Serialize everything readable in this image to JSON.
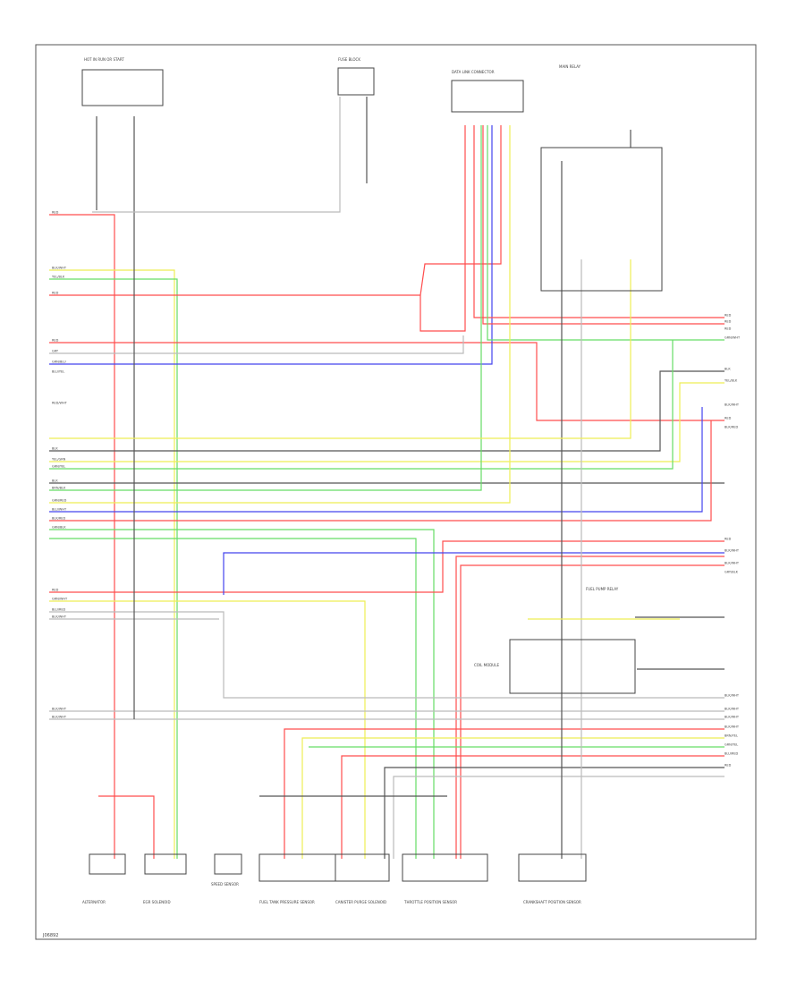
{
  "footer": {
    "code": "J06892"
  },
  "colors": {
    "wire_red": "#ff4d4d",
    "wire_green": "#66dd66",
    "wire_blue": "#4444ee",
    "wire_yellow": "#eeee55",
    "wire_gray": "#bbbbbb",
    "wire_black": "#555555",
    "frame": "#555555"
  },
  "top_components": {
    "power_junction": "HOT IN RUN OR START",
    "fuse_block": "FUSE BLOCK",
    "data_link_connector": "DATA LINK CONNECTOR",
    "main_relay": "MAIN RELAY"
  },
  "bottom_components": [
    {
      "id": "c1",
      "label": "ALTERNATOR"
    },
    {
      "id": "c2",
      "label": "EGR SOLENOID"
    },
    {
      "id": "c3",
      "label": "SPEED SENSOR"
    },
    {
      "id": "c4",
      "label": "FUEL TANK PRESSURE SENSOR"
    },
    {
      "id": "c5",
      "label": "CANISTER PURGE SOLENOID"
    },
    {
      "id": "c6",
      "label": "THROTTLE POSITION SENSOR"
    },
    {
      "id": "c7",
      "label": "CRANKSHAFT POSITION SENSOR"
    }
  ],
  "right_components": {
    "relay_label": "FUEL PUMP RELAY",
    "module_label": "COIL MODULE"
  },
  "left_wire_labels": [
    "RED",
    "BLK/WHT",
    "YEL/BLK",
    "RED",
    "RED",
    "GRY",
    "GRN/BLU",
    "BLU/YEL",
    "RED/WHT",
    "BLK",
    "YEL/GRN",
    "GRN/YEL",
    "BLK",
    "BRN/BLK",
    "GRN/RED",
    "BLU/WHT",
    "BLK/RED",
    "GRN/BLK",
    "RED",
    "GRN/WHT",
    "BLU/RED",
    "BLK/WHT",
    "BLK/WHT",
    "BLK/WHT"
  ],
  "right_wire_labels": [
    "RED",
    "RED",
    "RED",
    "GRN/WHT",
    "BLK",
    "YEL/BLK",
    "BLK/WHT",
    "RED",
    "BLK/RED",
    "RED",
    "BLK/WHT",
    "BLK/WHT",
    "GRY/BLK",
    "BLK/WHT",
    "BLK/WHT",
    "BLK/WHT",
    "BLK/WHT",
    "BRN/YEL",
    "GRN/YEL",
    "BLU/RED",
    "RED"
  ]
}
